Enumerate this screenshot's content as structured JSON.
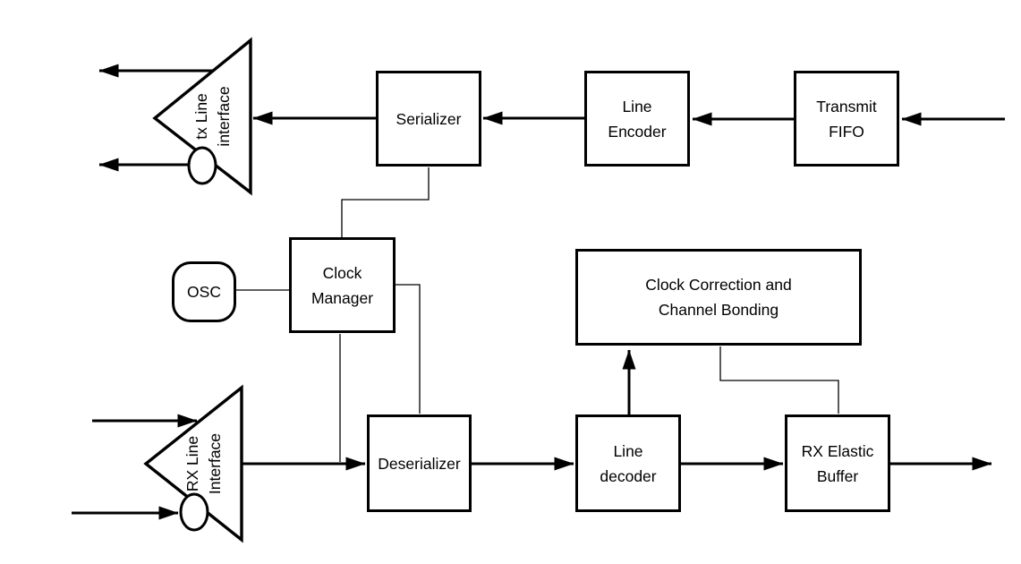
{
  "colors": {
    "ink": "#000000",
    "background": "#ffffff"
  },
  "blocks": {
    "transmit_fifo": {
      "label": "Transmit\nFIFO"
    },
    "line_encoder": {
      "label": "Line\nEncoder"
    },
    "serializer": {
      "label": "Serializer"
    },
    "tx_line_interface": {
      "label": "tx Line\ninterface"
    },
    "osc": {
      "label": "OSC"
    },
    "clock_manager": {
      "label": "Clock\nManager"
    },
    "clock_correction": {
      "label": "Clock Correction and\nChannel Bonding"
    },
    "rx_line_interface": {
      "label": "RX Line\nInterface"
    },
    "deserializer": {
      "label": "Deserializer"
    },
    "line_decoder": {
      "label": "Line\ndecoder"
    },
    "rx_elastic_buffer": {
      "label": "RX Elastic\nBuffer"
    }
  },
  "connections": [
    {
      "from": "external-tx-input",
      "to": "transmit_fifo",
      "style": "arrow"
    },
    {
      "from": "transmit_fifo",
      "to": "line_encoder",
      "style": "arrow"
    },
    {
      "from": "line_encoder",
      "to": "serializer",
      "style": "arrow"
    },
    {
      "from": "serializer",
      "to": "tx_line_interface",
      "style": "arrow"
    },
    {
      "from": "tx_line_interface",
      "to": "external-tx-output-top",
      "style": "arrow"
    },
    {
      "from": "tx_line_interface",
      "to": "external-tx-output-bottom",
      "style": "arrow"
    },
    {
      "from": "serializer",
      "to": "clock_manager",
      "style": "line"
    },
    {
      "from": "osc",
      "to": "clock_manager",
      "style": "line"
    },
    {
      "from": "clock_manager",
      "to": "deserializer-left",
      "style": "line"
    },
    {
      "from": "clock_manager",
      "to": "deserializer-top",
      "style": "line"
    },
    {
      "from": "external-rx-input-top",
      "to": "rx_line_interface",
      "style": "arrow"
    },
    {
      "from": "external-rx-input-bottom",
      "to": "rx_line_interface",
      "style": "arrow"
    },
    {
      "from": "rx_line_interface",
      "to": "deserializer",
      "style": "arrow"
    },
    {
      "from": "deserializer",
      "to": "line_decoder",
      "style": "arrow"
    },
    {
      "from": "line_decoder",
      "to": "clock_correction",
      "style": "arrow"
    },
    {
      "from": "line_decoder",
      "to": "rx_elastic_buffer",
      "style": "arrow"
    },
    {
      "from": "clock_correction",
      "to": "rx_elastic_buffer",
      "style": "line"
    },
    {
      "from": "rx_elastic_buffer",
      "to": "external-rx-output",
      "style": "arrow"
    }
  ]
}
